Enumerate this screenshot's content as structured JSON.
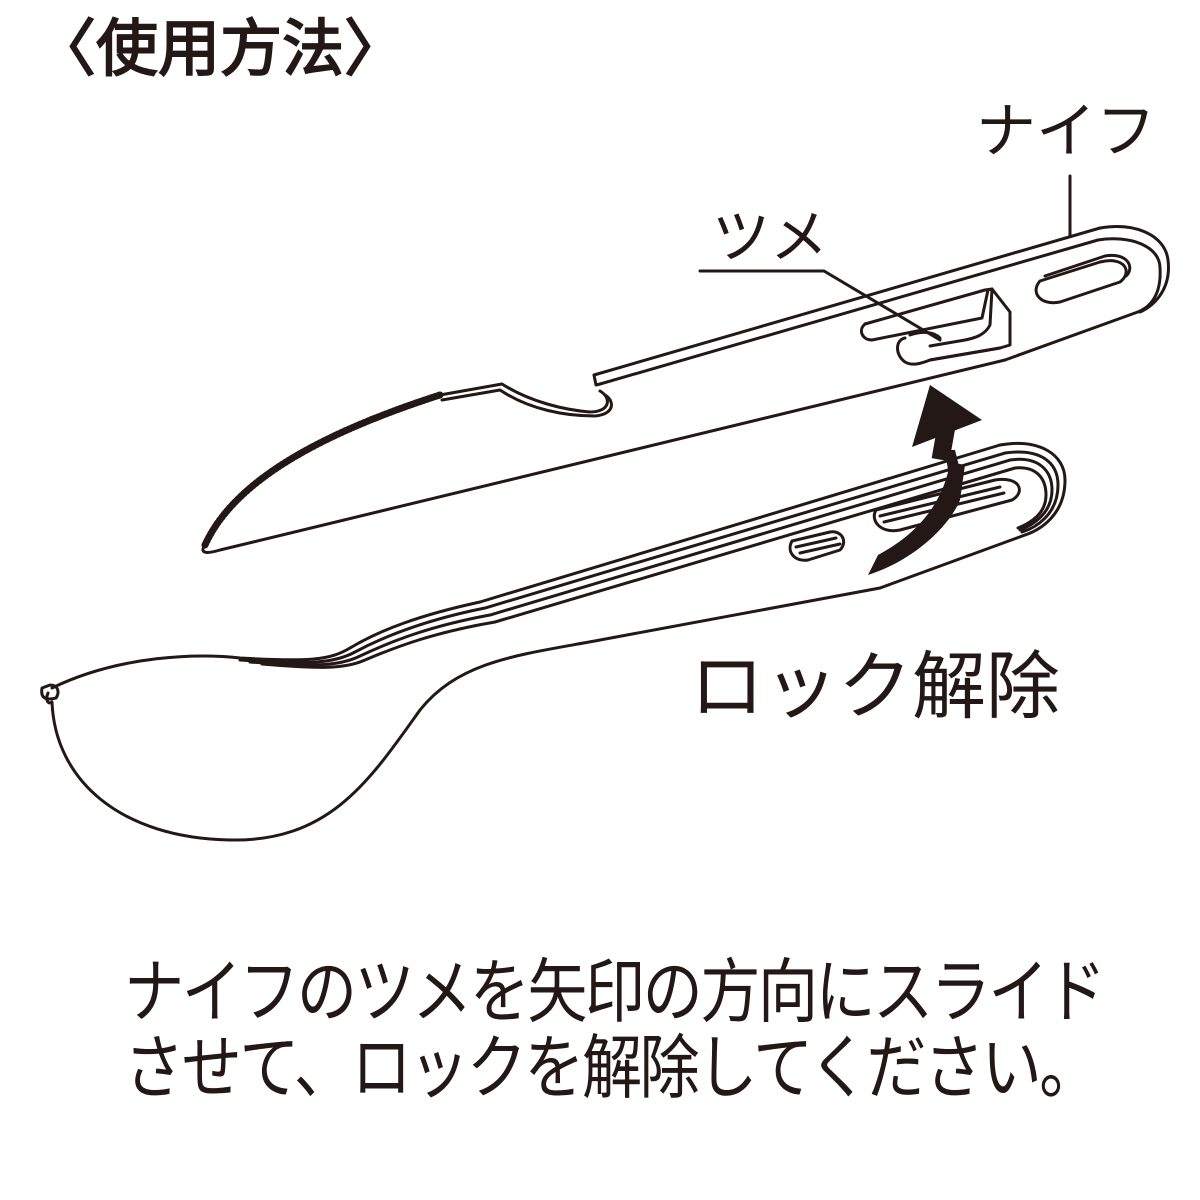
{
  "title": "〈使用方法〉",
  "labels": {
    "knife": "ナイフ",
    "tab": "ツメ",
    "unlock": "ロック解除"
  },
  "instructions": {
    "line1": "ナイフのツメを矢印の方向にスライド",
    "line2": "させて、ロックを解除してください。"
  },
  "illustration": {
    "items": [
      "knife",
      "spoon",
      "curved-arrow",
      "leader-lines"
    ],
    "line_color": "#231815",
    "background": "#ffffff"
  }
}
